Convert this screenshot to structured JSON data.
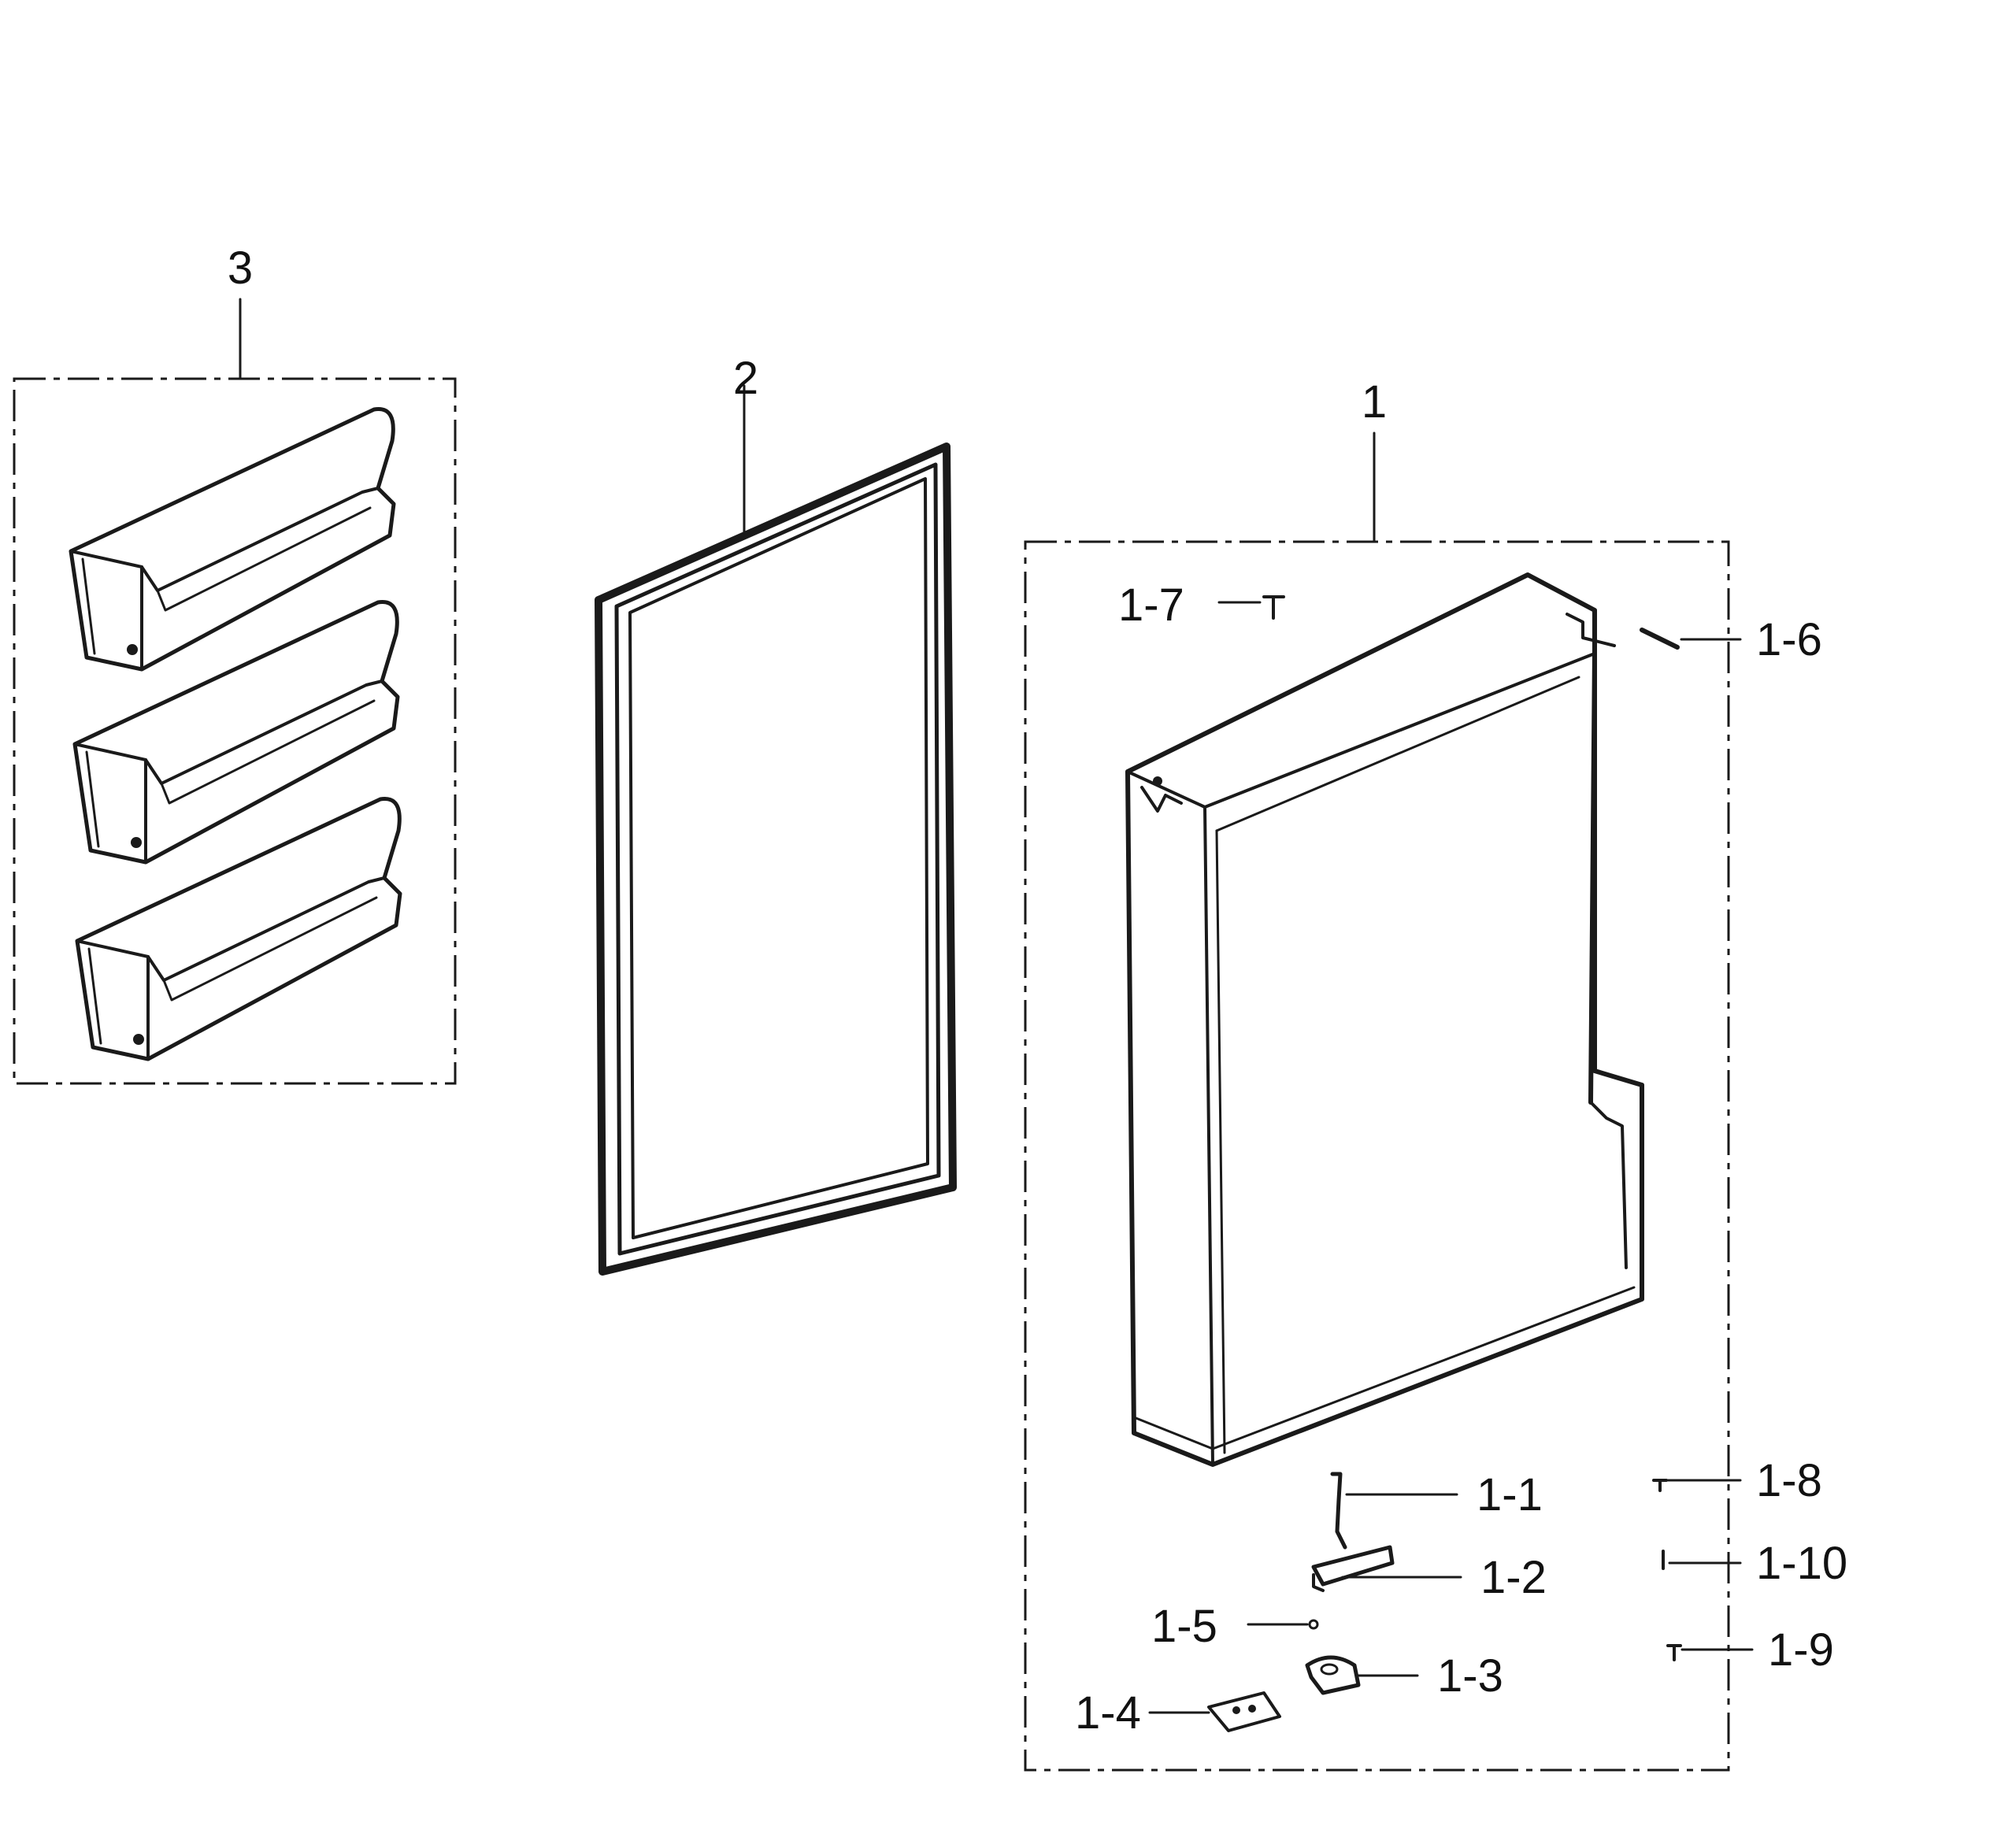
{
  "labels": {
    "bins_group": "3",
    "gasket": "2",
    "door_assembly": "1",
    "part_1_1": "1-1",
    "part_1_2": "1-2",
    "part_1_3": "1-3",
    "part_1_4": "1-4",
    "part_1_5": "1-5",
    "part_1_6": "1-6",
    "part_1_7": "1-7",
    "part_1_8": "1-8",
    "part_1_9": "1-9",
    "part_1_10": "1-10"
  },
  "colors": {
    "ink": "#1a1a1a",
    "background": "#ffffff"
  }
}
